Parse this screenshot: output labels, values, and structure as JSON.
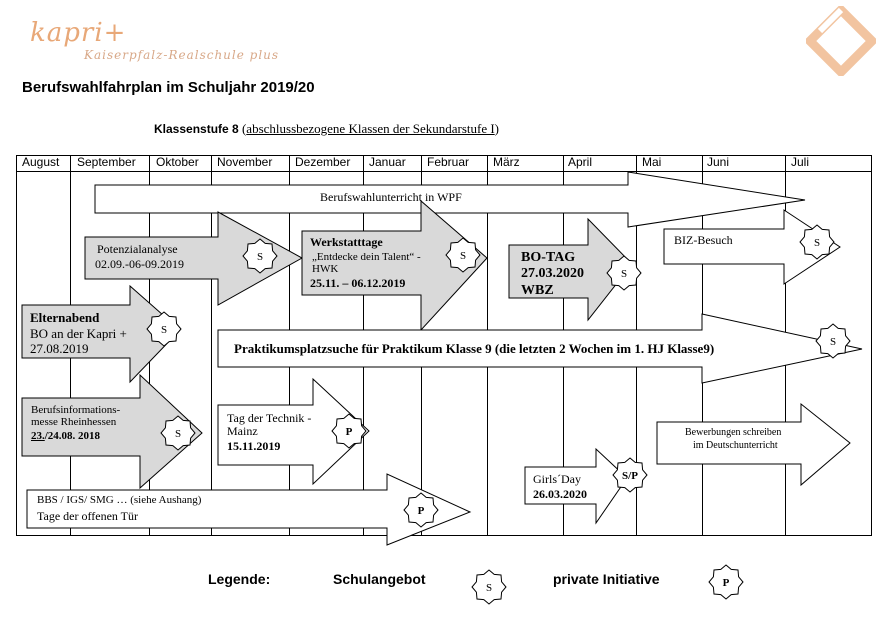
{
  "header": {
    "logo_word": "kapri+",
    "logo_sub": "Kaiserpfalz-Realschule plus",
    "title": "Berufswahlfahrplan im Schuljahr 2019/20",
    "subtitle_bold": "Klassenstufe 8",
    "subtitle_open": " (",
    "subtitle_underlined": "abschlussbezogene Klassen der Sekundarstufe I",
    "subtitle_close": ")"
  },
  "months": [
    "August",
    "September",
    "Oktober",
    "November",
    "Dezember",
    "Januar",
    "Februar",
    "März",
    "April",
    "Mai",
    "Juni",
    "Juli"
  ],
  "activities": {
    "berufswahlunterricht": "Berufswahlunterricht  in WPF",
    "potenzial_title": "Potenzialanalyse",
    "potenzial_date": "02.09.-06-09.2019",
    "werkstatt_title": "Werkstatttage",
    "werkstatt_line2": "„Entdecke dein Talent“ -",
    "werkstatt_line3": "HWK",
    "werkstatt_date": "25.11. – 06.12.2019",
    "botag_title": "BO-TAG",
    "botag_date": "27.03.2020",
    "botag_place": "WBZ",
    "biz": "BIZ-Besuch",
    "eltern_title": "Elternabend",
    "eltern_line2": "BO an der Kapri +",
    "eltern_date": "27.08.2019",
    "praktikum": "Praktikumsplatzsuche  für Praktikum Klasse 9 (die letzten 2 Wochen im 1. HJ Klasse9)",
    "messe_line1": "Berufsinformations-",
    "messe_line2": "messe Rheinhessen",
    "messe_date_u": "23.",
    "messe_date_rest": "/24.08. 2018",
    "technik_line1": "Tag der Technik -",
    "technik_line2": "Mainz",
    "technik_date": "15.11.2019",
    "bewerbung_line1": "Bewerbungen schreiben",
    "bewerbung_line2": "im Deutschunterricht",
    "girls_title": "Girls´Day",
    "girls_date": "26.03.2020",
    "bbs_line1": "BBS / IGS/  SMG … (siehe Aushang)",
    "bbs_line2": "Tage der offenen Tür"
  },
  "badges": {
    "school": "S",
    "private": "P",
    "both": "S/P"
  },
  "legend": {
    "label": "Legende:",
    "school_label": "Schulangebot",
    "private_label": "private Initiative"
  },
  "colors": {
    "logo": "#e8a878",
    "arrow_grey": "#d9d9d9"
  }
}
